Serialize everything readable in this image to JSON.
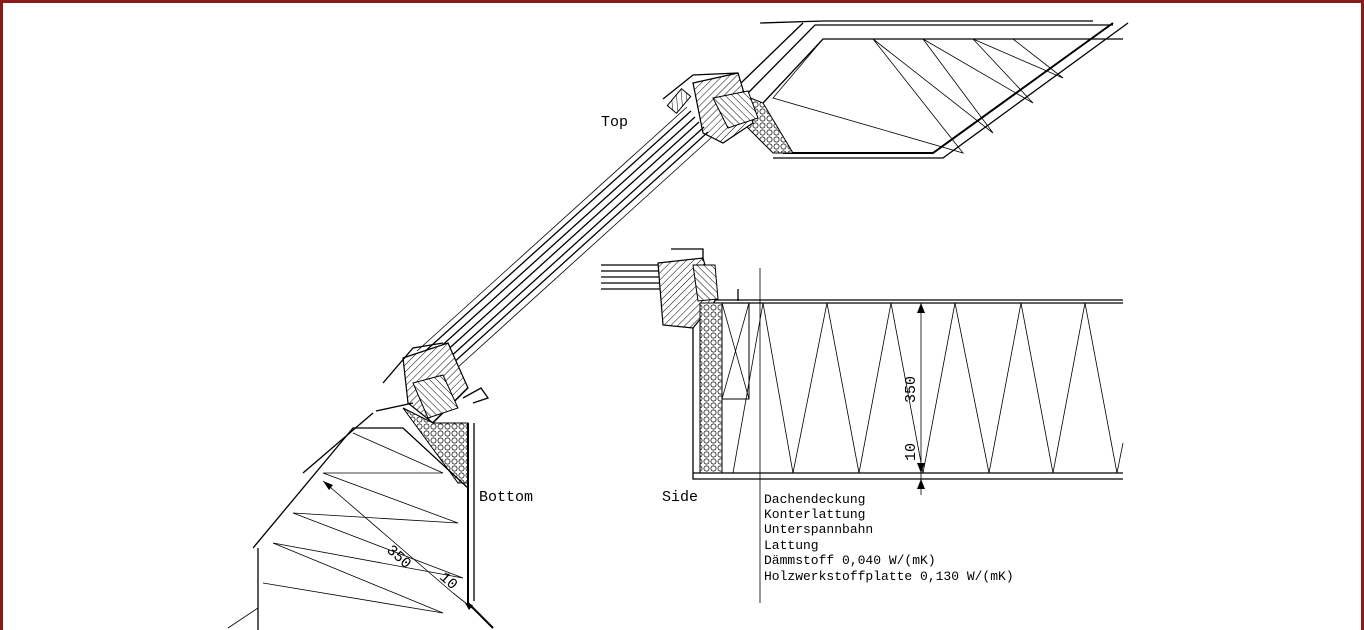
{
  "labels": {
    "top": "Top",
    "bottom": "Bottom",
    "side": "Side"
  },
  "dimensions": {
    "insulation_thickness": "350",
    "board_thickness": "10"
  },
  "legend": [
    "Dachendeckung",
    "Konterlattung",
    "Unterspannbahn",
    "Lattung",
    "Dämmstoff 0,040 W/(mK)",
    "Holzwerkstoffplatte 0,130 W/(mK)"
  ],
  "colors": {
    "frame_border": "#8b1a1a",
    "line": "#000000",
    "background": "#ffffff"
  }
}
